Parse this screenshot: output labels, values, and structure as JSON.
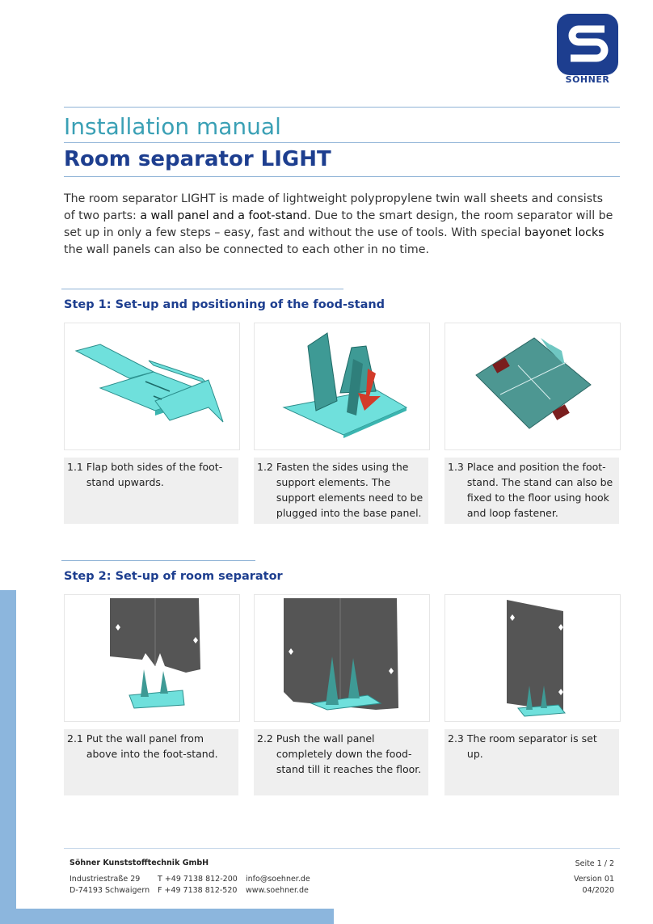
{
  "header": {
    "logo_text": "SÖHNER",
    "title_line1": "Installation manual",
    "title_line2": "Room separator LIGHT"
  },
  "intro": {
    "part1": "The room separator LIGHT is made of lightweight polypropylene twin wall sheets and consists of two parts: ",
    "hl1": "a wall panel and a foot-stand",
    "part2": ". Due to the smart design, the room separator will be set up in only a few steps – easy, fast and without the use of tools. With special ",
    "hl2": "bayonet locks",
    "part3": " the wall panels can also be connected to each other in no time."
  },
  "step1": {
    "heading": "Step 1: Set-up and positioning of the food-stand",
    "items": [
      {
        "num": "1.1",
        "text": "Flap both sides of the foot-stand upwards."
      },
      {
        "num": "1.2",
        "text": "Fasten the sides using the support elements. The support elements need to be plugged into the base panel."
      },
      {
        "num": "1.3",
        "text": "Place and position the foot-stand. The stand can also be fixed to the floor using hook and loop fastener."
      }
    ]
  },
  "step2": {
    "heading": "Step 2: Set-up of room separator",
    "items": [
      {
        "num": "2.1",
        "text": "Put the wall panel from above into the foot-stand."
      },
      {
        "num": "2.2",
        "text": "Push the wall panel completely down the food-stand till it reaches the floor."
      },
      {
        "num": "2.3",
        "text": "The room separator is set up."
      }
    ]
  },
  "footer": {
    "company": "Söhner Kunststofftechnik GmbH",
    "street": "Industriestraße 29",
    "city": "D-74193 Schwaigern",
    "phone": "T +49 7138 812-200",
    "fax": "F +49 7138 812-520",
    "email": "info@soehner.de",
    "web": "www.soehner.de",
    "page": "Seite 1 / 2",
    "version": "Version 01",
    "date": "04/2020"
  },
  "colors": {
    "brand_blue": "#1d3e8f",
    "teal": "#3aa0b5",
    "accent_light_blue": "#8cb6dd",
    "turquoise_part": "#6fe0dc",
    "panel_dark": "#4a4a4a"
  }
}
